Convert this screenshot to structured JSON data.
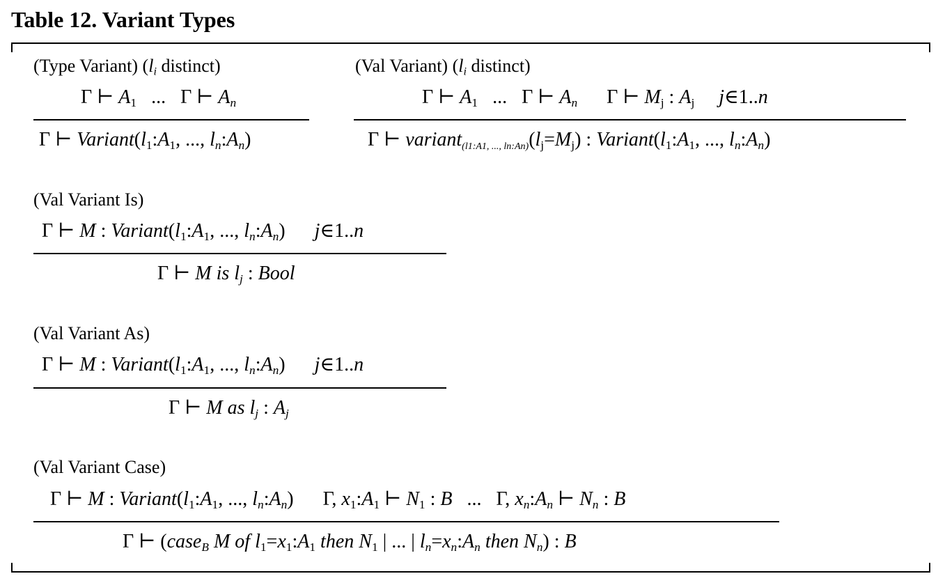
{
  "title": "Table 12. Variant Types",
  "rules": {
    "type_variant": {
      "name": "(Type Variant)",
      "side": "distinct"
    },
    "val_variant": {
      "name": "(Val Variant)",
      "side": "distinct"
    },
    "val_variant_is": {
      "name": "(Val Variant Is)"
    },
    "val_variant_as": {
      "name": "(Val Variant As)"
    },
    "val_variant_case": {
      "name": "(Val Variant Case)"
    }
  },
  "symbols": {
    "gamma": "Γ",
    "turnstile": "⊢",
    "ellipsis": "...",
    "element_of": "∈",
    "range": "1..",
    "variant_type": "Variant",
    "variant_value": "variant",
    "is_kw": "is",
    "as_kw": "as",
    "bool": "Bool",
    "case_kw": "case",
    "of_kw": "of",
    "then_kw": "then"
  }
}
